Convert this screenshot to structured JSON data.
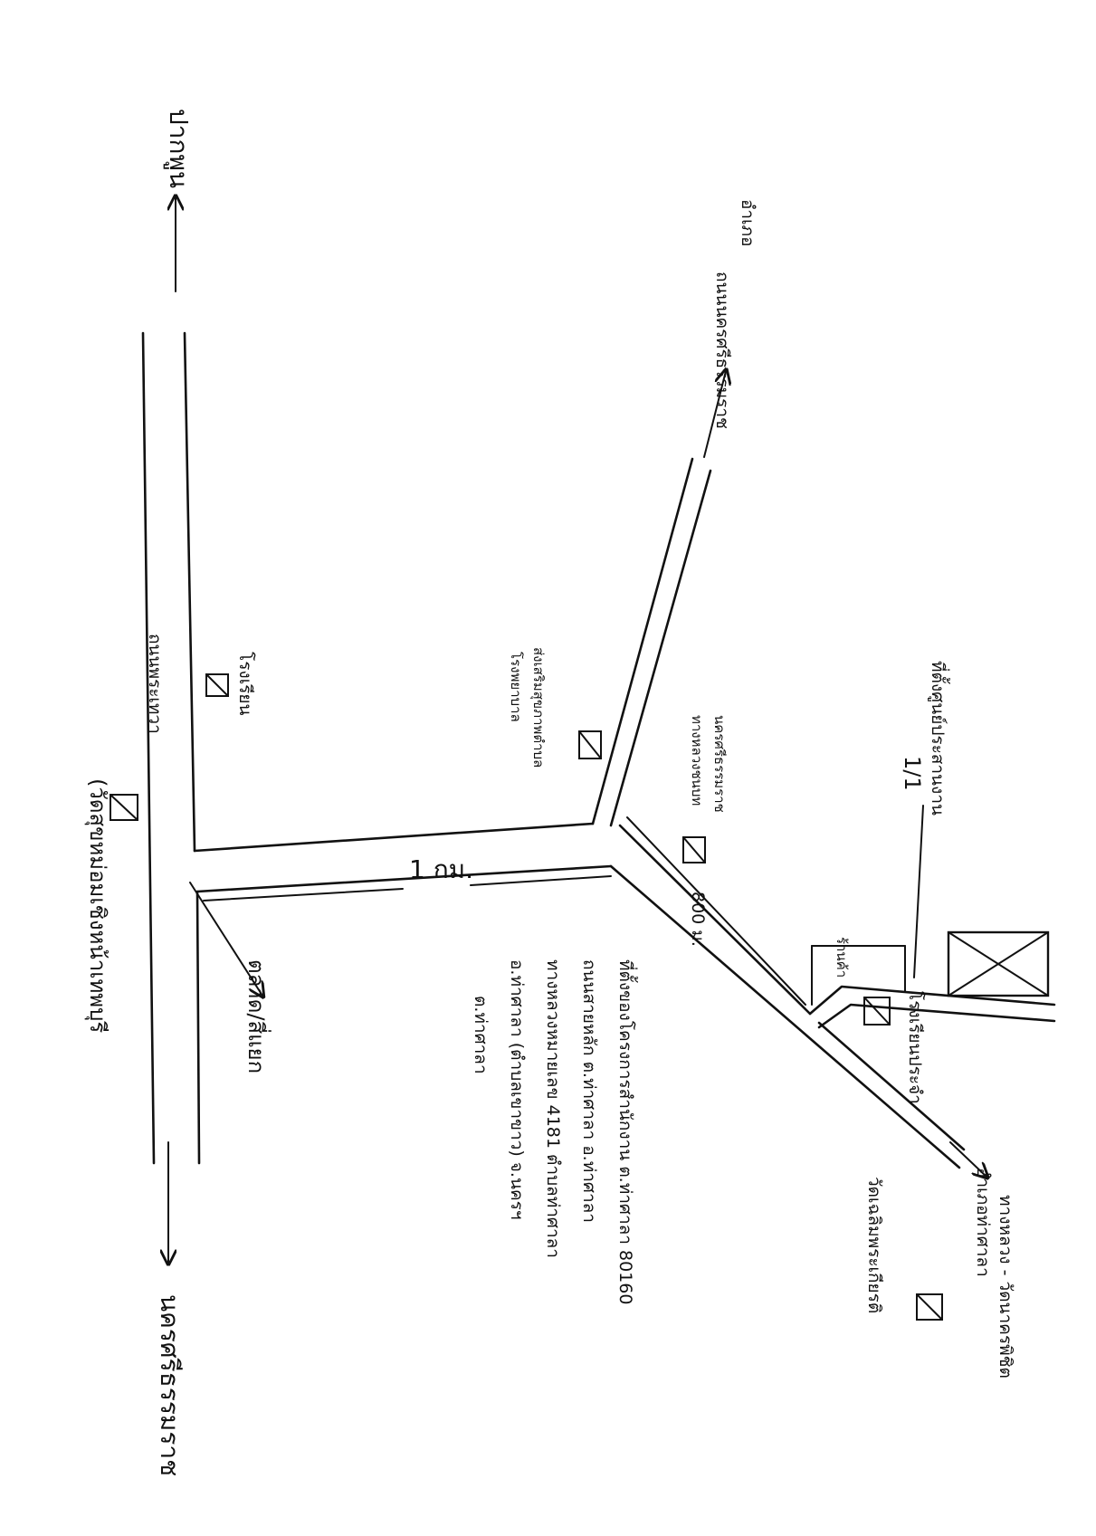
{
  "labels": {
    "top_left_place": "ปากพูน",
    "bottom_left_place": "นครศรีธรรมราช",
    "left_temple": "(วัดสุขหม่อมเชิงหน้าเทพบุรี",
    "road_junction_name": "ถนนพระเทวา",
    "left_market": "ตลาด/สี่แยก",
    "school_upper": "โรงเรียน",
    "distance": "1 กม.",
    "health_center_1": "โรงพยาบาล",
    "health_center_2": "ส่งเสริมสุขภาพตำบล",
    "branch_upper_road": "ถนนนครศรีธรรมราช",
    "top_right_place": "อำเภอ",
    "mid_right_lines": [
      "ทางหลวงชนบท",
      "นครศรีธรรมราช"
    ],
    "distance_2": "800 ม.",
    "house_number": "1/1",
    "house_caption": "ที่ตั้งศูนย์ประสานงาน",
    "small_shop": "ร้านค้า",
    "right_school": "โรงเรียนประจำ",
    "lower_right_road": "อำเภอท่าศาลา",
    "lower_right_temple": "วัดเฉลิมพระเกียรติ",
    "lower_right_bottom": "ทางหลวง - วัดนาครพิชิต",
    "centre_notes": [
      "ต.ท่าศาลา",
      "อ.ท่าศาลา (ตำบลเขาขาว) จ.นครฯ",
      "ทางหลวงหมายเลข 4181 ตำบลท่าศาลา",
      "ถนนสายหลัก ต.ท่าศาลา อ.ท่าศาลา",
      "ที่ตั้งของโครงการสำนักงาน ต.ท่าศาลา 80160"
    ]
  },
  "icons": {
    "building": "building-icon",
    "big_building": "office-building-icon",
    "arrow": "arrow-icon"
  }
}
